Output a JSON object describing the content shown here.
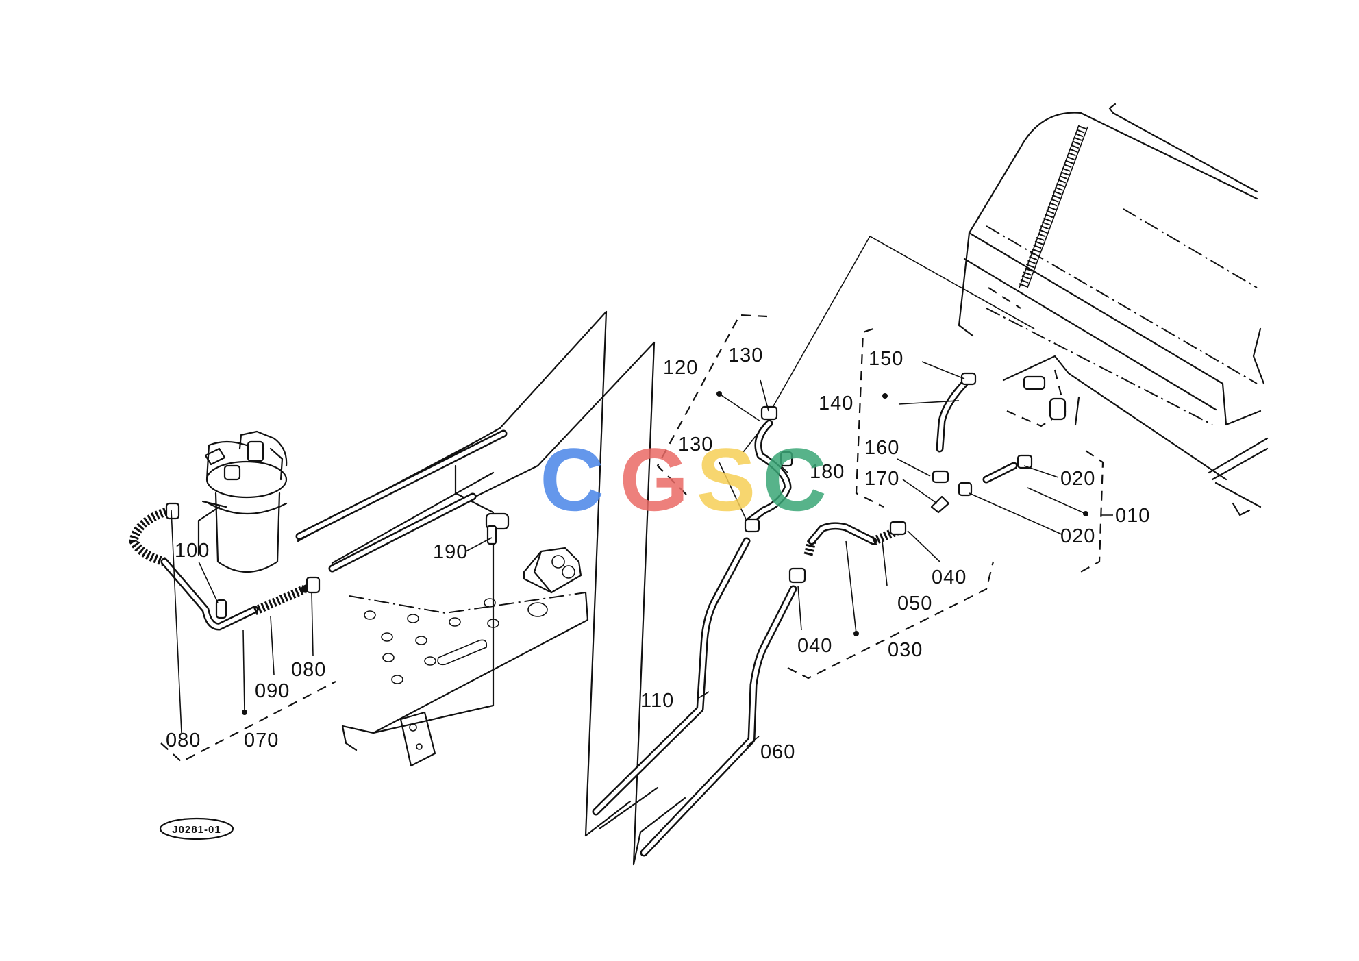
{
  "diagram": {
    "part_labels": {
      "p010": "010",
      "p020a": "020",
      "p020b": "020",
      "p030": "030",
      "p040a": "040",
      "p040b": "040",
      "p050": "050",
      "p060": "060",
      "p070": "070",
      "p080a": "080",
      "p080b": "080",
      "p090": "090",
      "p100": "100",
      "p110": "110",
      "p120": "120",
      "p130a": "130",
      "p130b": "130",
      "p140": "140",
      "p150": "150",
      "p160": "160",
      "p170": "170",
      "p180": "180",
      "p190": "190"
    },
    "drawing_code": "J0281-01",
    "watermark": {
      "letters": [
        "C",
        "G",
        "S",
        "C"
      ],
      "colors": [
        "#4a86e8",
        "#ea6b66",
        "#f6cf57",
        "#3aa676"
      ]
    }
  }
}
